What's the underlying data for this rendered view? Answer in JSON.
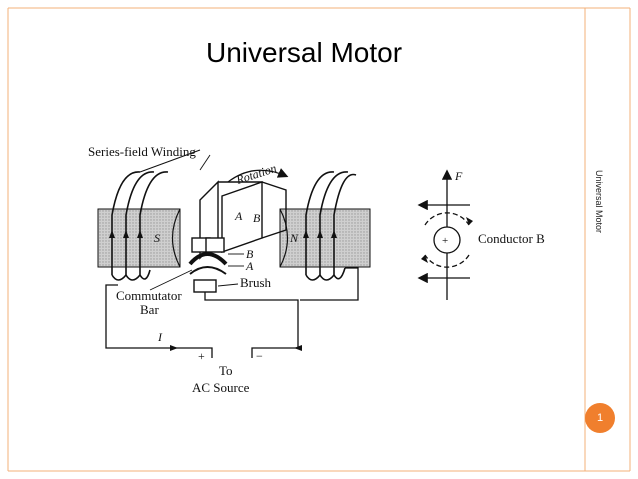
{
  "slide": {
    "title": "Universal Motor",
    "side_label": "Universal Motor",
    "page_number": "1",
    "accent_color": "#f07f2d"
  },
  "diagram": {
    "labels": {
      "series_field_winding": "Series-field Winding",
      "rotation": "Rotation",
      "pole_s": "S",
      "pole_n": "N",
      "conductor_a": "A",
      "conductor_b": "B",
      "bar_b": "B",
      "bar_a": "A",
      "brush": "Brush",
      "commutator": "Commutator",
      "bar": "Bar",
      "current": "I",
      "plus": "+",
      "minus": "−",
      "to": "To",
      "ac_source": "AC Source",
      "force": "F",
      "conductor_b_label": "Conductor B",
      "dot_plus": "+"
    }
  }
}
